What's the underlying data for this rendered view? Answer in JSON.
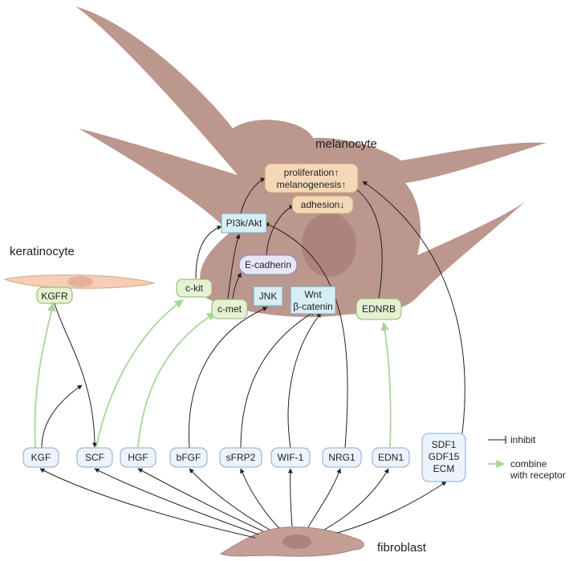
{
  "cells": {
    "melanocyte": "melanocyte",
    "keratinocyte": "keratinocyte",
    "fibroblast": "fibroblast"
  },
  "outcomes": {
    "proliferation": "proliferation↑",
    "melanogenesis": "melanogenesis↑",
    "adhesion": "adhesion↓"
  },
  "pathways": {
    "pi3k_akt": "PI3k/Akt",
    "e_cadherin": "E-cadherin",
    "jnk": "JNK",
    "wnt": "Wnt",
    "beta_catenin": "β-catenin"
  },
  "receptors": {
    "kgfr": "KGFR",
    "c_kit": "c-kit",
    "c_met": "c-met",
    "ednrb": "EDNRB"
  },
  "factors": {
    "kgf": "KGF",
    "scf": "SCF",
    "hgf": "HGF",
    "bfgf": "bFGF",
    "sfrp2": "sFRP2",
    "wif1": "WIF-1",
    "nrg1": "NRG1",
    "edn1": "EDN1",
    "sdf1": "SDF1",
    "gdf15": "GDF15",
    "ecm": "ECM"
  },
  "legend": {
    "inhibit": "inhibit",
    "combine_line1": "combine",
    "combine_line2": "with receptor"
  },
  "colors": {
    "cell_body": "#bb978e",
    "nucleus": "#ad847d",
    "keratinocyte": "#f6cdb5",
    "fibroblast": "#c59f95",
    "outcome_fill": "#f4d8b8",
    "pathway_fill": "#d7eef4",
    "ecad_fill": "#e6e6f8",
    "receptor_fill": "#e5f1d2",
    "factor_fill": "#edf3fc",
    "black_arrow": "#222222",
    "green_arrow": "#a9d69a"
  }
}
